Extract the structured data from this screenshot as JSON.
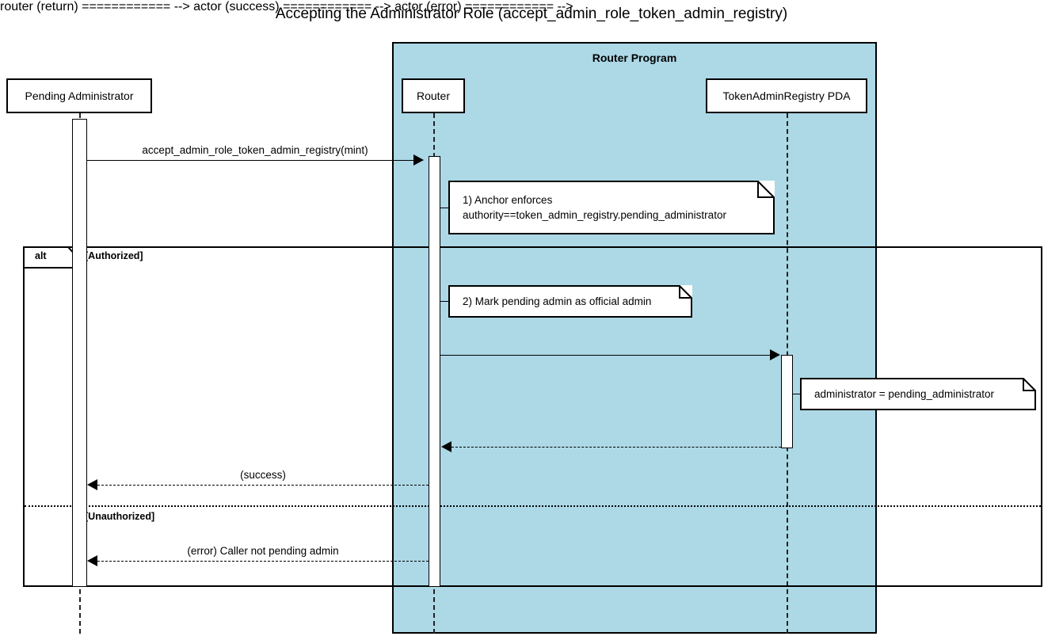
{
  "diagram": {
    "title": "Accepting the Administrator Role (accept_admin_role_token_admin_registry)",
    "type": "sequence-diagram",
    "colors": {
      "group_fill": "#ADD8E6",
      "line": "#000000",
      "note_fill": "#FFFFFF",
      "participant_fill": "#FFFFFF",
      "background": "#FFFFFF"
    }
  },
  "group": {
    "label": "Router Program"
  },
  "participants": [
    {
      "id": "pending-administrator",
      "label": "Pending Administrator"
    },
    {
      "id": "router",
      "label": "Router"
    },
    {
      "id": "token-admin-registry-pda",
      "label": "TokenAdminRegistry PDA"
    }
  ],
  "messages": [
    {
      "id": "m1",
      "label": "accept_admin_role_token_admin_registry(mint)",
      "from": "pending-administrator",
      "to": "router",
      "style": "solid",
      "direction": "right"
    },
    {
      "id": "m2",
      "label": "",
      "from": "router",
      "to": "token-admin-registry-pda",
      "style": "solid",
      "direction": "right"
    },
    {
      "id": "m3",
      "label": "",
      "from": "token-admin-registry-pda",
      "to": "router",
      "style": "dashed",
      "direction": "left"
    },
    {
      "id": "m4",
      "label": "(success)",
      "from": "router",
      "to": "pending-administrator",
      "style": "dashed",
      "direction": "left"
    },
    {
      "id": "m5",
      "label": "(error) Caller not pending admin",
      "from": "router",
      "to": "pending-administrator",
      "style": "dashed",
      "direction": "left"
    }
  ],
  "notes": [
    {
      "id": "note-1",
      "line1": "1) Anchor enforces",
      "line2": "authority==token_admin_registry.pending_administrator",
      "attached_to": "router"
    },
    {
      "id": "note-2",
      "line1": "2) Mark pending admin as official admin",
      "line2": "",
      "attached_to": "router"
    },
    {
      "id": "note-3",
      "line1": "administrator = pending_administrator",
      "line2": "",
      "attached_to": "token-admin-registry-pda"
    }
  ],
  "alt_fragment": {
    "operator": "alt",
    "branches": [
      {
        "guard": "[Authorized]"
      },
      {
        "guard": "[Unauthorized]"
      }
    ]
  }
}
